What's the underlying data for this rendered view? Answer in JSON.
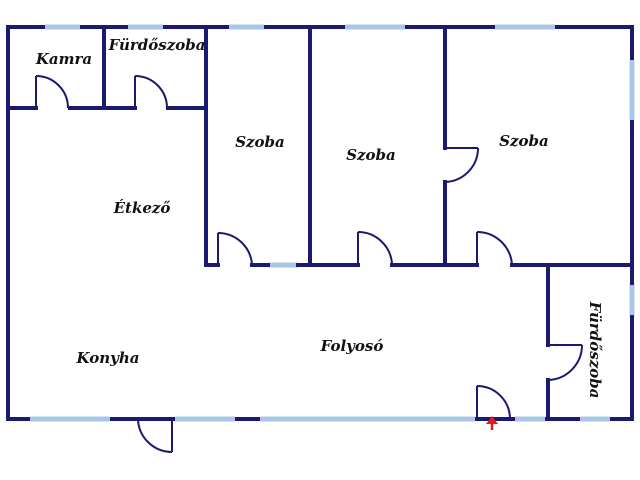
{
  "rooms": {
    "kamra": "Kamra",
    "furdoszoba_top": "Fürdőszoba",
    "szoba_1": "Szoba",
    "szoba_2": "Szoba",
    "szoba_3": "Szoba",
    "etkezo": "Étkező",
    "konyha": "Konyha",
    "folyoso": "Folyosó",
    "furdoszoba_right": "Fürdőszoba"
  },
  "colors": {
    "wall": "#1a1a6e",
    "window": "#a9c6e6",
    "entrance_marker": "#e31b1b"
  },
  "icons": {
    "entrance": "entrance-arrow-icon"
  }
}
